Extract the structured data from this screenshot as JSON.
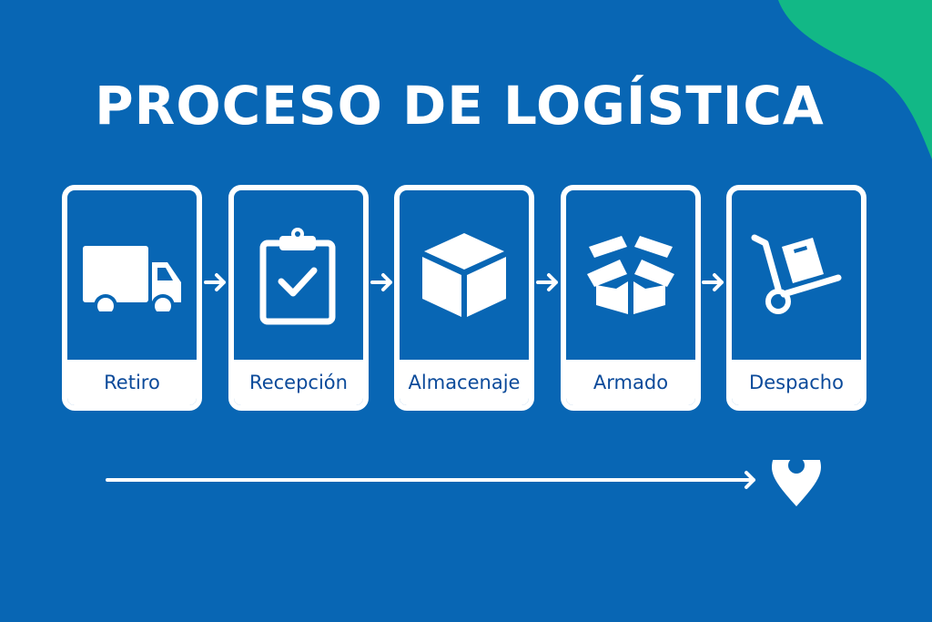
{
  "title": "PROCESO DE LOGÍSTICA",
  "steps": [
    {
      "label": "Retiro",
      "icon": "truck-icon"
    },
    {
      "label": "Recepción",
      "icon": "clipboard-check-icon"
    },
    {
      "label": "Almacenaje",
      "icon": "box-icon"
    },
    {
      "label": "Armado",
      "icon": "open-box-icon"
    },
    {
      "label": "Despacho",
      "icon": "hand-truck-icon"
    }
  ],
  "colors": {
    "background": "#0866b4",
    "accent": "#12b886",
    "label_text": "#0b4a9a",
    "card": "#ffffff"
  }
}
